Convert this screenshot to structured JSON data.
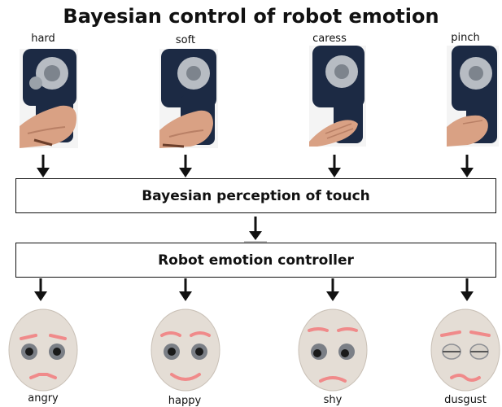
{
  "title": "Bayesian control of robot emotion",
  "touch_inputs": [
    {
      "label": "hard"
    },
    {
      "label": "soft"
    },
    {
      "label": "caress"
    },
    {
      "label": "pinch"
    }
  ],
  "perception_box": {
    "label": "Bayesian perception of touch"
  },
  "controller_box": {
    "label": "Robot emotion controller"
  },
  "emotions": [
    {
      "label": "angry"
    },
    {
      "label": "happy"
    },
    {
      "label": "shy"
    },
    {
      "label": "dusgust"
    }
  ],
  "colors": {
    "text": "#111111",
    "robot_dark": "#1c2a44",
    "robot_metal": "#b7bcc3",
    "skin": "#d9a184",
    "face_shell": "#e4ddd5",
    "led": "#f08a8a"
  }
}
